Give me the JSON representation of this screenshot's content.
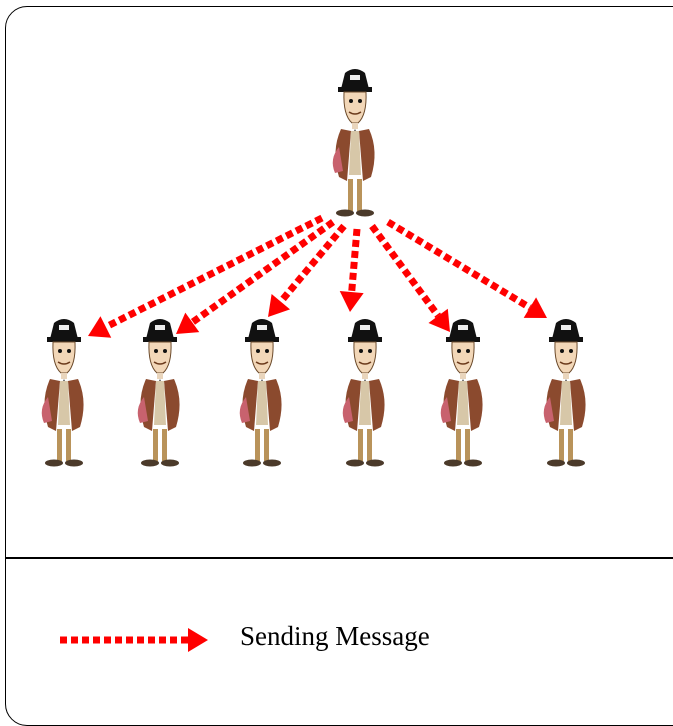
{
  "figures": {
    "sender": "person-figure",
    "receivers": [
      "person-figure",
      "person-figure",
      "person-figure",
      "person-figure",
      "person-figure",
      "person-figure"
    ]
  },
  "arrow": {
    "color": "#ff0000",
    "style": "dotted"
  },
  "legend": {
    "label": "Sending Message"
  }
}
